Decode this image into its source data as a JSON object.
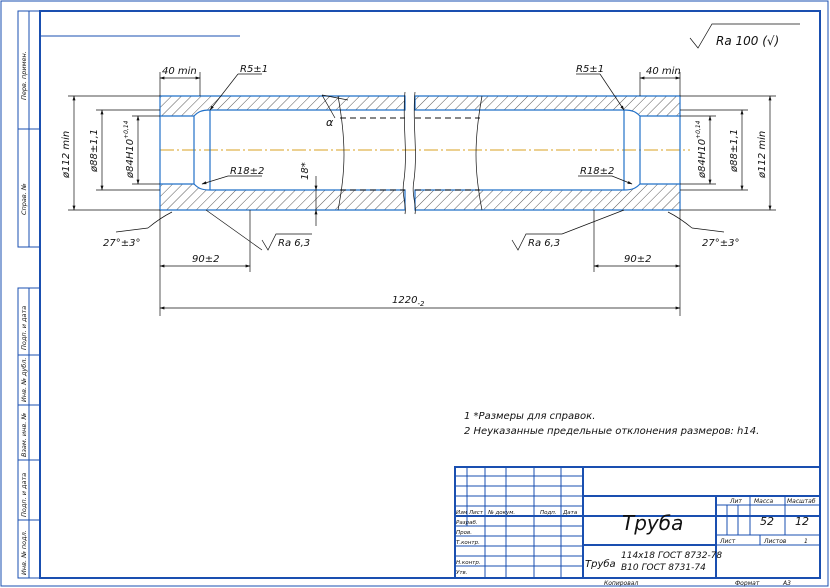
{
  "surface": {
    "roughness_general": "Ra 100 (√)"
  },
  "dimensions": {
    "chamfer_len_left": "40 min",
    "chamfer_len_right": "40 min",
    "radius_small_left": "R5±1",
    "radius_small_right": "R5±1",
    "angle_mark": "α",
    "outer_dia_left": "ø112 min",
    "outer_dia_right": "ø112 min",
    "body_dia_left": "ø88±1,1",
    "body_dia_right": "ø88±1,1",
    "bore_dia_left": "ø84H10",
    "bore_dia_right": "ø84H10",
    "bore_tol": "+0,14",
    "radius_large_left": "R18±2",
    "radius_large_right": "R18±2",
    "wall_thickness": "18*",
    "bevel_angle_left": "27°±3°",
    "bevel_angle_right": "27°±3°",
    "roughness_left": "Ra 6,3",
    "roughness_right": "Ra 6,3",
    "end_len_left": "90±2",
    "end_len_right": "90±2",
    "overall_length": "1220",
    "overall_length_tol": "-2"
  },
  "notes": [
    "1 *Размеры для справок.",
    "2 Неуказанные предельные отклонения размеров: h14."
  ],
  "side_labels": [
    "Перв. примен.",
    "Справ. №",
    "Подп. и дата",
    "Инв. № дубл.",
    "Взам. инв. №",
    "Подп. и дата",
    "Инв. № подл."
  ],
  "title_block": {
    "title": "Труба",
    "material_prefix": "Труба",
    "material_line1": "114x18 ГОСТ 8732-78",
    "material_line2": "В10 ГОСТ 8731-74",
    "col_lit": "Лит",
    "col_mass": "Масса",
    "col_scale": "Масштаб",
    "mass": "52",
    "scale": "12",
    "sheet_label": "Лист",
    "sheets_label": "Листов",
    "sheets_value": "1",
    "rev_headers": [
      "Изм",
      "Лист",
      "№ докум.",
      "Подп.",
      "Дата"
    ],
    "role_labels": [
      "Разраб.",
      "Пров.",
      "Т.контр.",
      "",
      "Н.контр.",
      "Утв."
    ],
    "copied": "Копировал",
    "format": "Формат",
    "format_value": "A3"
  }
}
